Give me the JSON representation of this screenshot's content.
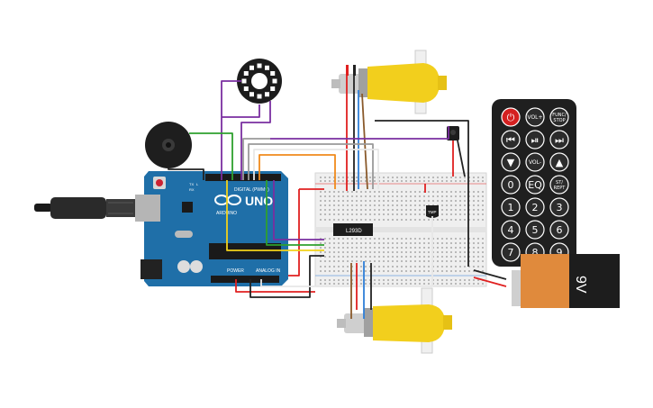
{
  "arduino": {
    "logo": "UNO",
    "brand": "ARDUINO",
    "digital_label": "DIGITAL (PWM~)",
    "power_label": "POWER",
    "analog_label": "ANALOG IN",
    "tx_label": "TX",
    "rx_label": "RX",
    "l_label": "L"
  },
  "ic": {
    "label": "L293D"
  },
  "sensor": {
    "label": "TMP"
  },
  "battery": {
    "label": "9V"
  },
  "remote": {
    "buttons": [
      {
        "id": "power",
        "label": "⏻"
      },
      {
        "id": "vol_up",
        "label": "VOL+"
      },
      {
        "id": "func_stop",
        "label": "FUNC/\nSTOP"
      },
      {
        "id": "prev",
        "label": "⏮"
      },
      {
        "id": "play_pause",
        "label": "⏯"
      },
      {
        "id": "next",
        "label": "⏭"
      },
      {
        "id": "down",
        "label": "▼"
      },
      {
        "id": "vol_down",
        "label": "VOL-"
      },
      {
        "id": "up",
        "label": "▲"
      },
      {
        "id": "zero",
        "label": "0"
      },
      {
        "id": "eq",
        "label": "EQ"
      },
      {
        "id": "st_rept",
        "label": "ST/\nREPT"
      },
      {
        "id": "one",
        "label": "1"
      },
      {
        "id": "two",
        "label": "2"
      },
      {
        "id": "three",
        "label": "3"
      },
      {
        "id": "four",
        "label": "4"
      },
      {
        "id": "five",
        "label": "5"
      },
      {
        "id": "six",
        "label": "6"
      },
      {
        "id": "seven",
        "label": "7"
      },
      {
        "id": "eight",
        "label": "8"
      },
      {
        "id": "nine",
        "label": "9"
      }
    ]
  },
  "colors": {
    "wire_red": "#e02020",
    "wire_black": "#222222",
    "wire_purple": "#7a2fa0",
    "wire_green": "#2ea02e",
    "wire_orange": "#f08a1c",
    "wire_yellow": "#f2d21a",
    "wire_blue": "#2f7fd8",
    "wire_brown": "#8a5a2b",
    "wire_gray": "#9a9a9a",
    "wire_white": "#e8e8e8",
    "board_blue": "#1f6fa8",
    "motor_yellow": "#f2cf1d",
    "battery_orange": "#e08a3c"
  }
}
